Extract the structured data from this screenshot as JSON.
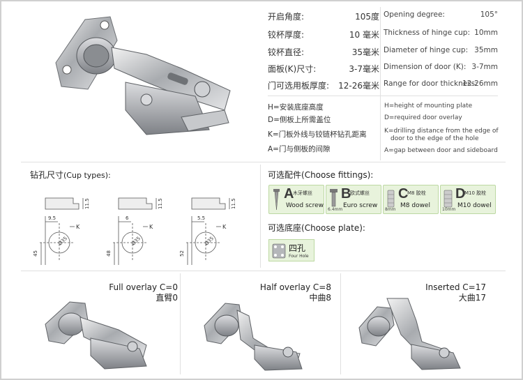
{
  "specs": [
    {
      "cn": "开启角度:",
      "val": "105度",
      "en": "Opening degree:",
      "enval": "105°"
    },
    {
      "cn": "铰杯厚度:",
      "val": "10 毫米",
      "en": "Thickness of hinge cup:",
      "enval": "10mm"
    },
    {
      "cn": "铰杯直径:",
      "val": "35毫米",
      "en": "Diameter of hinge cup:",
      "enval": "35mm"
    },
    {
      "cn": "面板(K)尺寸:",
      "val": "3-7毫米",
      "en": "Dimension of door (K):",
      "enval": "3-7mm"
    },
    {
      "cn": "门可选用板厚度:",
      "val": "12-26毫米",
      "en": "Range for door thickness:",
      "enval": "12-26mm"
    }
  ],
  "definitions_cn": [
    "H=安装底座高度",
    "D=侧板上所需盖位",
    "K=门板外线与铰链杯钻孔距离",
    "A=门与侧板的间隙"
  ],
  "definitions_en": {
    "h": "H=height of mounting plate",
    "d": "D=required door overlay",
    "k1": "K=drilling distance from the edge of",
    "k2": "door to the edge of the hole",
    "a": "A=gap between door and sideboard"
  },
  "cup_types": {
    "title": "钻孔尺寸",
    "title_en": "(Cup types):",
    "diagrams": [
      {
        "offset": "9.5",
        "height": "45",
        "dia": "Ø35",
        "k": "K",
        "h": "11.5"
      },
      {
        "offset": "6",
        "height": "48",
        "dia": "Ø35",
        "k": "K",
        "h": "11.5"
      },
      {
        "offset": "5.5",
        "height": "52",
        "dia": "Ø35",
        "k": "K",
        "h": "11.5"
      }
    ]
  },
  "fittings": {
    "title": "可选配件",
    "title_en": "(Choose fittings):",
    "items": [
      {
        "letter": "A",
        "cn": "木牙螺丝",
        "en": "Wood screw",
        "mm": ""
      },
      {
        "letter": "B",
        "cn": "欧式螺丝",
        "en": "Euro screw",
        "mm": "6.4mm"
      },
      {
        "letter": "C",
        "cn": "M8 胶栓",
        "en": "M8 dowel",
        "mm": "8mm"
      },
      {
        "letter": "D",
        "cn": "M10 胶栓",
        "en": "M10 dowel",
        "mm": "10mm"
      }
    ]
  },
  "plate": {
    "title": "可选底座",
    "title_en": "(Choose plate):",
    "cn": "四孔",
    "en": "Four Hole"
  },
  "hinges": [
    {
      "label": "Full overlay C=0",
      "cn": "直臂0"
    },
    {
      "label": "Half overlay C=8",
      "cn": "中曲8"
    },
    {
      "label": "Inserted C=17",
      "cn": "大曲17"
    }
  ],
  "colors": {
    "accent_green": "#e8f3dc",
    "border_green": "#bcd8a2",
    "metal": "#b9bcc0"
  }
}
